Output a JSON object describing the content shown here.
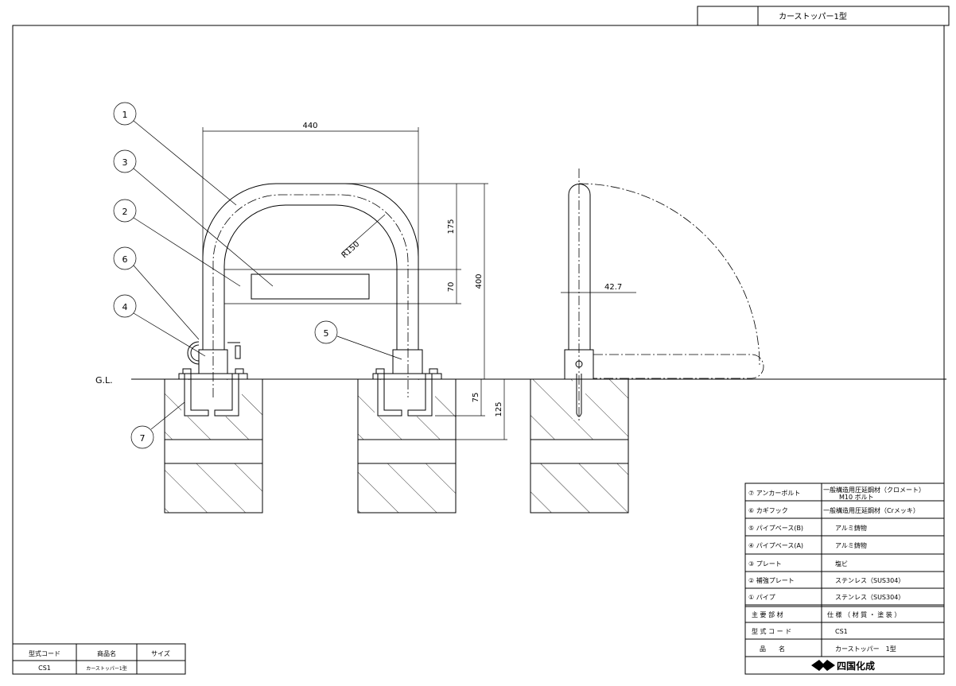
{
  "title_block": {
    "product_name": "カーストッパー1型"
  },
  "drawing": {
    "ground_label": "G.L.",
    "dimensions": {
      "width": "440",
      "radius": "R150",
      "upper": "175",
      "plate": "70",
      "height": "400",
      "pipe_dia": "42.7",
      "anchor_depth": "75",
      "foundation_depth": "125"
    },
    "callouts": [
      "1",
      "2",
      "3",
      "4",
      "5",
      "6",
      "7"
    ]
  },
  "parts_table": {
    "rows": [
      {
        "no": "⑦",
        "part": "アンカーボルト",
        "spec": "一般構造用圧延鋼材（クロメート）",
        "spec2": "M10 ボルト"
      },
      {
        "no": "⑥",
        "part": "カギフック",
        "spec": "一般構造用圧延鋼材（Crメッキ）"
      },
      {
        "no": "⑤",
        "part": "パイプベース(B)",
        "spec": "アルミ鋳物"
      },
      {
        "no": "④",
        "part": "パイプベース(A)",
        "spec": "アルミ鋳物"
      },
      {
        "no": "③",
        "part": "プレート",
        "spec": "塩ビ"
      },
      {
        "no": "②",
        "part": "補強プレート",
        "spec": "ステンレス（SUS304）"
      },
      {
        "no": "①",
        "part": "パイプ",
        "spec": "ステンレス（SUS304）"
      }
    ],
    "header_left": "主 要 部 材",
    "header_right": "仕 様 （ 材 質 ・ 塗 装 ）",
    "model_code_label": "型 式 コ ー ド",
    "model_code": "CS1",
    "name_label": "品　　名",
    "name": "カーストッパー　1型",
    "logo_text": "四国化成"
  },
  "code_table": {
    "headers": [
      "型式コード",
      "商品名",
      "サイズ"
    ],
    "row": [
      "CS1",
      "カーストッパー1型",
      ""
    ]
  }
}
